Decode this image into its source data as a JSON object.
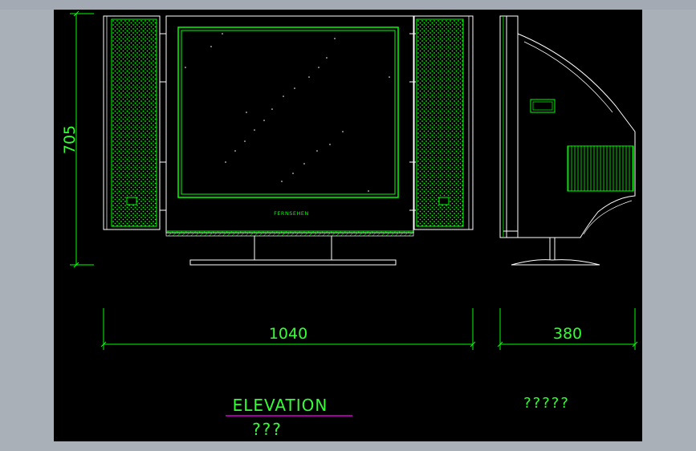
{
  "dimensions": {
    "height": "705",
    "width": "1040",
    "depth": "380"
  },
  "labels": {
    "brand": "FERNSEHEN",
    "elevation_title": "ELEVATION",
    "elevation_subtitle": "???",
    "side_title": "?????"
  },
  "colors": {
    "background": "#000000",
    "line_white": "#ffffff",
    "line_green": "#00ff00",
    "text_green": "#33ff33",
    "underline_magenta": "#ff00ff",
    "frame_gray": "#a9b0b8"
  }
}
